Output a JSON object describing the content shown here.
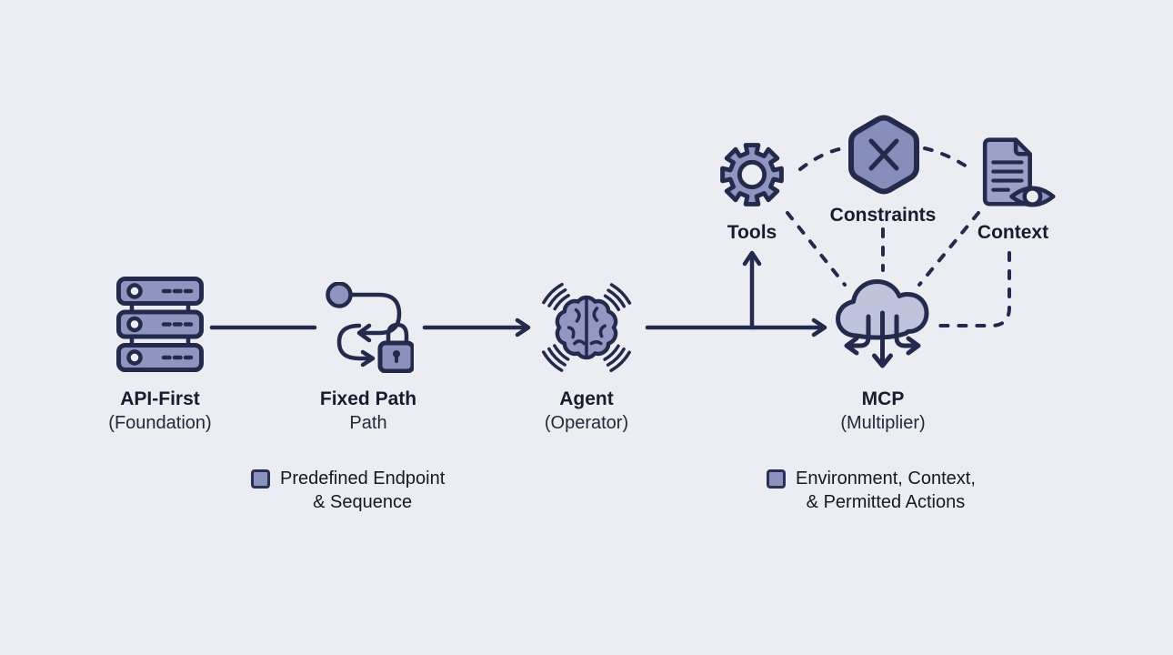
{
  "diagram": {
    "palette": {
      "background": "#ecedf2",
      "stroke": "#242a4b",
      "icon_fill": "#8e95bf",
      "icon_fill_dark": "#858dba",
      "cloud_fill": "#bfc3dc",
      "text": "#181c2e"
    },
    "nodes": [
      {
        "id": "api-first",
        "label": "API-First",
        "sublabel": "(Foundation)",
        "icon": "server-stack-icon"
      },
      {
        "id": "fixed-path",
        "label": "Fixed Path",
        "sublabel": "Path",
        "icon": "winding-path-lock-icon"
      },
      {
        "id": "agent",
        "label": "Agent",
        "sublabel": "(Operator)",
        "icon": "brain-signals-icon"
      },
      {
        "id": "mcp",
        "label": "MCP",
        "sublabel": "(Multiplier)",
        "icon": "cloud-fanout-icon"
      }
    ],
    "satellites": [
      {
        "id": "tools",
        "label": "Tools",
        "icon": "gear-icon"
      },
      {
        "id": "constraints",
        "label": "Constraints",
        "icon": "hexagon-x-icon"
      },
      {
        "id": "context",
        "label": "Context",
        "icon": "document-eye-icon"
      }
    ],
    "legend": [
      {
        "line1": "Predefined Endpoint",
        "line2": "& Sequence"
      },
      {
        "line1": "Environment, Context,",
        "line2": "& Permitted Actions"
      }
    ]
  }
}
